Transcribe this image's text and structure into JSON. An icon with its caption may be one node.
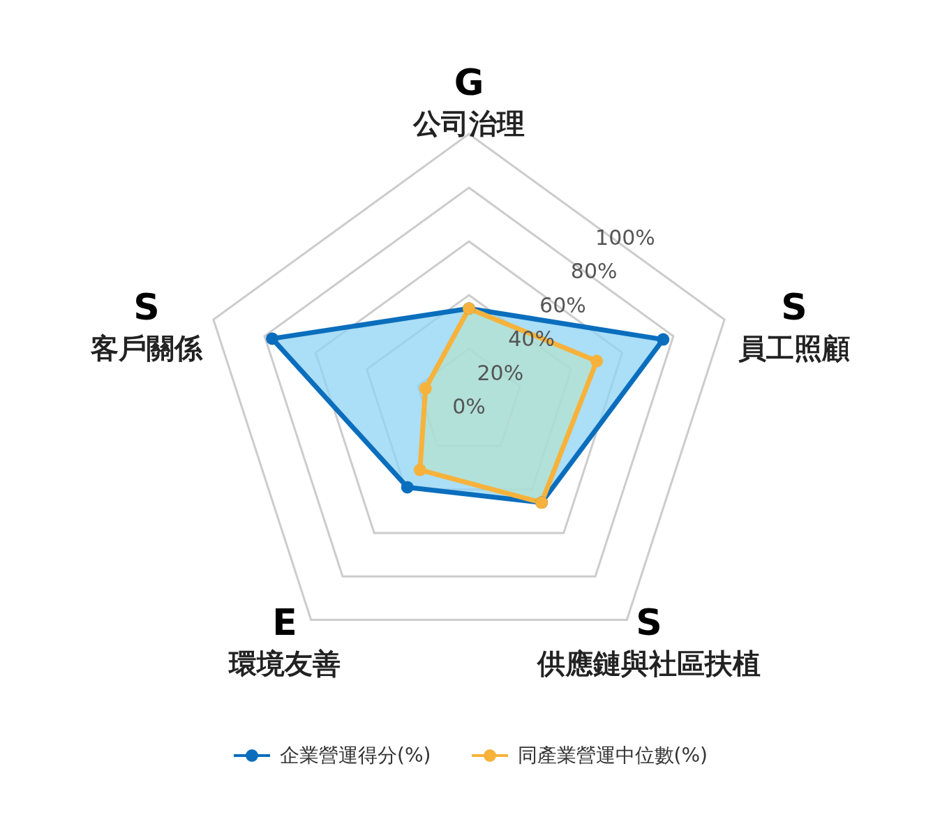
{
  "diagram": {
    "labels": [
      "G",
      "公司治理",
      "S",
      "員工照顧",
      "S",
      "供應鏈與社區扶植",
      "E",
      "環境友善",
      "S",
      "客戶關係",
      "100%",
      "80%",
      "60%",
      "40%",
      "20%",
      "0%"
    ],
    "legend": [
      {
        "text": "企業營運得分(%)"
      },
      {
        "text": "同產業營運中位數(%)"
      }
    ]
  }
}
